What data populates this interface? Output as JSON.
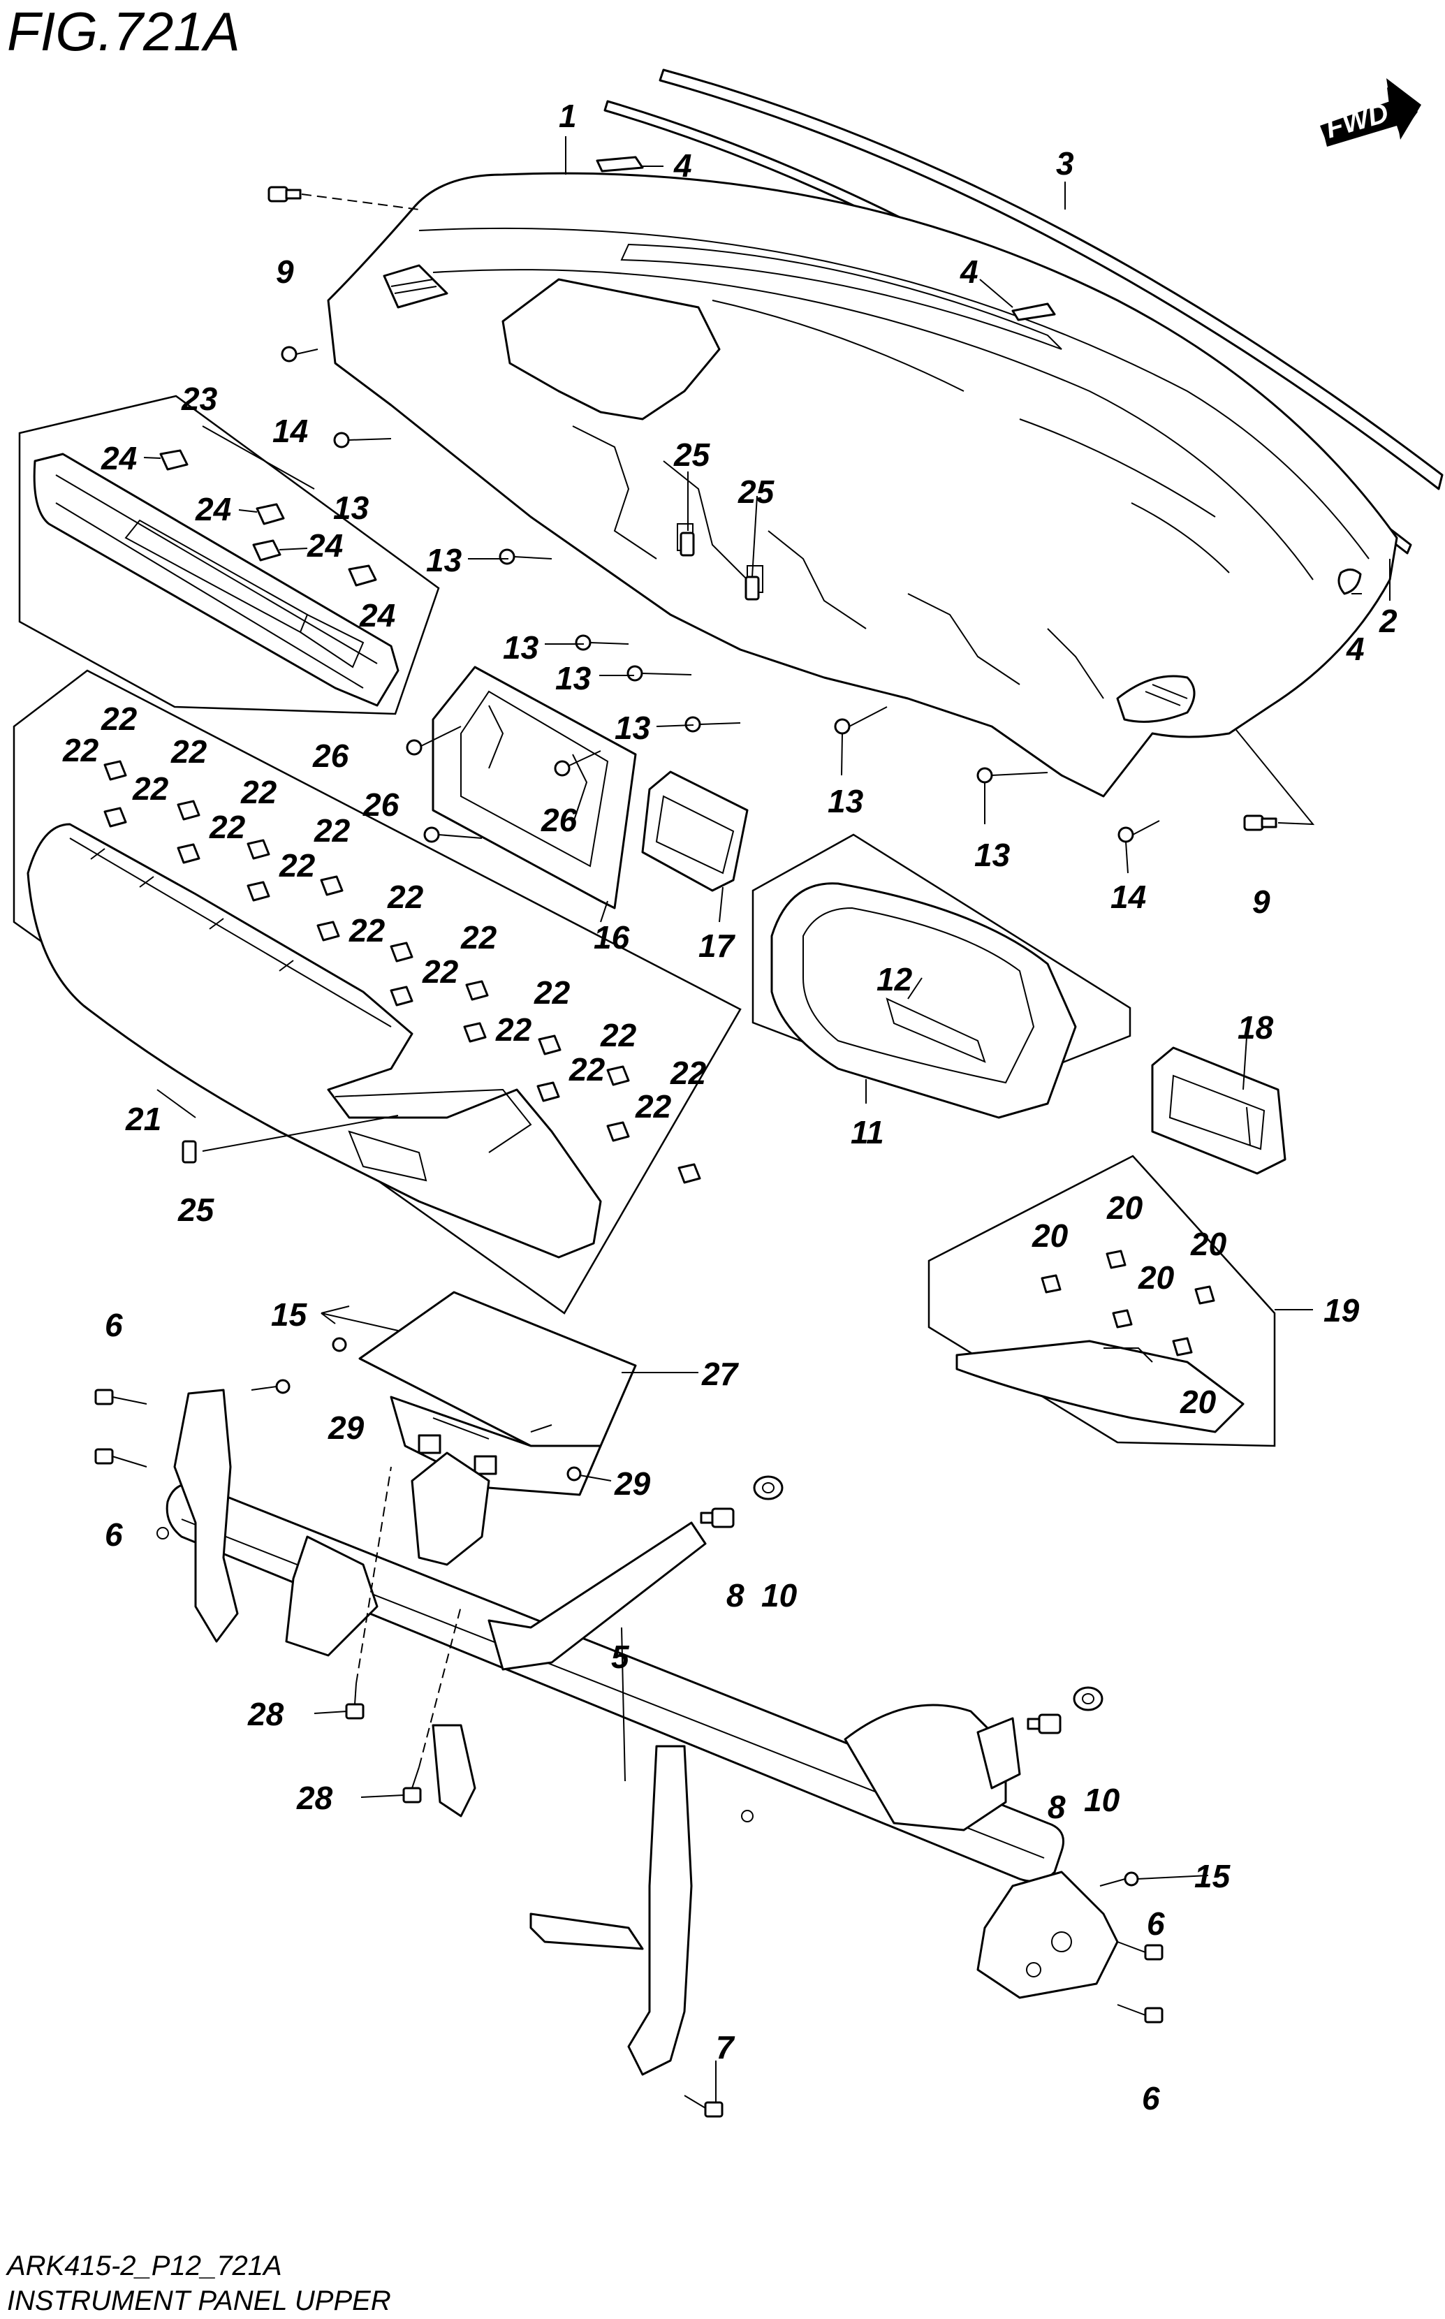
{
  "figure": {
    "title": "FIG.721A"
  },
  "direction_badge": {
    "label": "FWD"
  },
  "footer": {
    "code": "ARK415-2_P12_721A",
    "caption": "INSTRUMENT PANEL UPPER"
  },
  "callouts": {
    "c1": "1",
    "c2": "2",
    "c3": "3",
    "c4a": "4",
    "c4b": "4",
    "c4c": "4",
    "c5": "5",
    "c6a": "6",
    "c6b": "6",
    "c6c": "6",
    "c6d": "6",
    "c7": "7",
    "c8a": "8",
    "c8b": "8",
    "c9a": "9",
    "c9b": "9",
    "c10a": "10",
    "c10b": "10",
    "c11": "11",
    "c12": "12",
    "c13a": "13",
    "c13b": "13",
    "c13c": "13",
    "c13d": "13",
    "c13e": "13",
    "c13f": "13",
    "c13g": "13",
    "c14a": "14",
    "c14b": "14",
    "c15a": "15",
    "c15b": "15",
    "c16": "16",
    "c17": "17",
    "c18": "18",
    "c19": "19",
    "c20a": "20",
    "c20b": "20",
    "c20c": "20",
    "c20d": "20",
    "c20e": "20",
    "c21": "21",
    "c22a": "22",
    "c22b": "22",
    "c22c": "22",
    "c22d": "22",
    "c22e": "22",
    "c22f": "22",
    "c22g": "22",
    "c22h": "22",
    "c22i": "22",
    "c22j": "22",
    "c22k": "22",
    "c22l": "22",
    "c22m": "22",
    "c22n": "22",
    "c22o": "22",
    "c22p": "22",
    "c22q": "22",
    "c23": "23",
    "c24a": "24",
    "c24b": "24",
    "c24c": "24",
    "c24d": "24",
    "c25a": "25",
    "c25b": "25",
    "c25c": "25",
    "c26a": "26",
    "c26b": "26",
    "c26c": "26",
    "c27": "27",
    "c28a": "28",
    "c28b": "28",
    "c29a": "29",
    "c29b": "29"
  }
}
